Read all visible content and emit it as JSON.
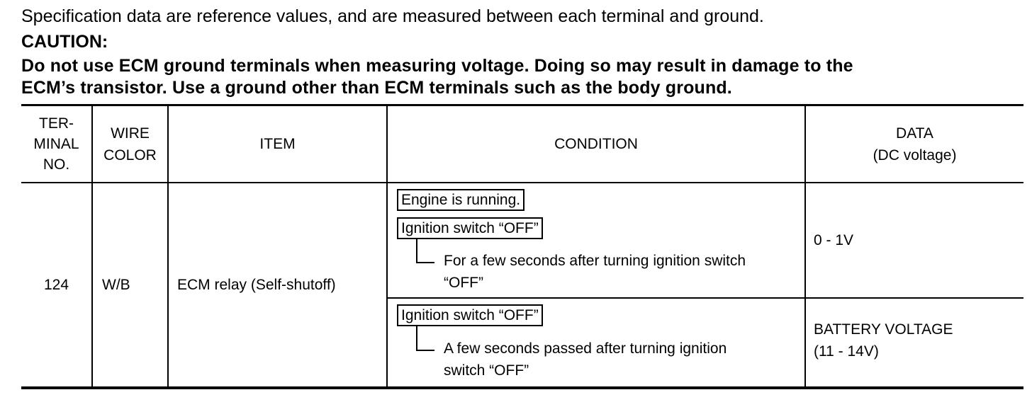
{
  "intro": "Specification data are reference values, and are measured between each terminal and ground.",
  "caution": {
    "heading": "CAUTION:",
    "line1": "Do not use ECM ground terminals when measuring voltage. Doing so may result in damage to the",
    "line2": "ECM’s transistor. Use a ground other than ECM terminals such as the body ground."
  },
  "table": {
    "headers": {
      "terminal": [
        "TER-",
        "MINAL",
        "NO."
      ],
      "wire": [
        "WIRE",
        "COLOR"
      ],
      "item": "ITEM",
      "condition": "CONDITION",
      "data": [
        "DATA",
        "(DC voltage)"
      ]
    },
    "row": {
      "terminal": "124",
      "wire": "W/B",
      "item": "ECM relay (Self-shutoff)",
      "conditions": [
        {
          "boxes": [
            "Engine is running.",
            "Ignition switch “OFF”"
          ],
          "detail": [
            "For a few seconds after turning ignition switch",
            "“OFF”"
          ],
          "data": [
            "0 - 1V"
          ]
        },
        {
          "boxes": [
            "Ignition switch “OFF”"
          ],
          "detail": [
            "A few seconds passed after turning ignition",
            "switch “OFF”"
          ],
          "data": [
            "BATTERY VOLTAGE",
            "(11 - 14V)"
          ]
        }
      ]
    }
  }
}
